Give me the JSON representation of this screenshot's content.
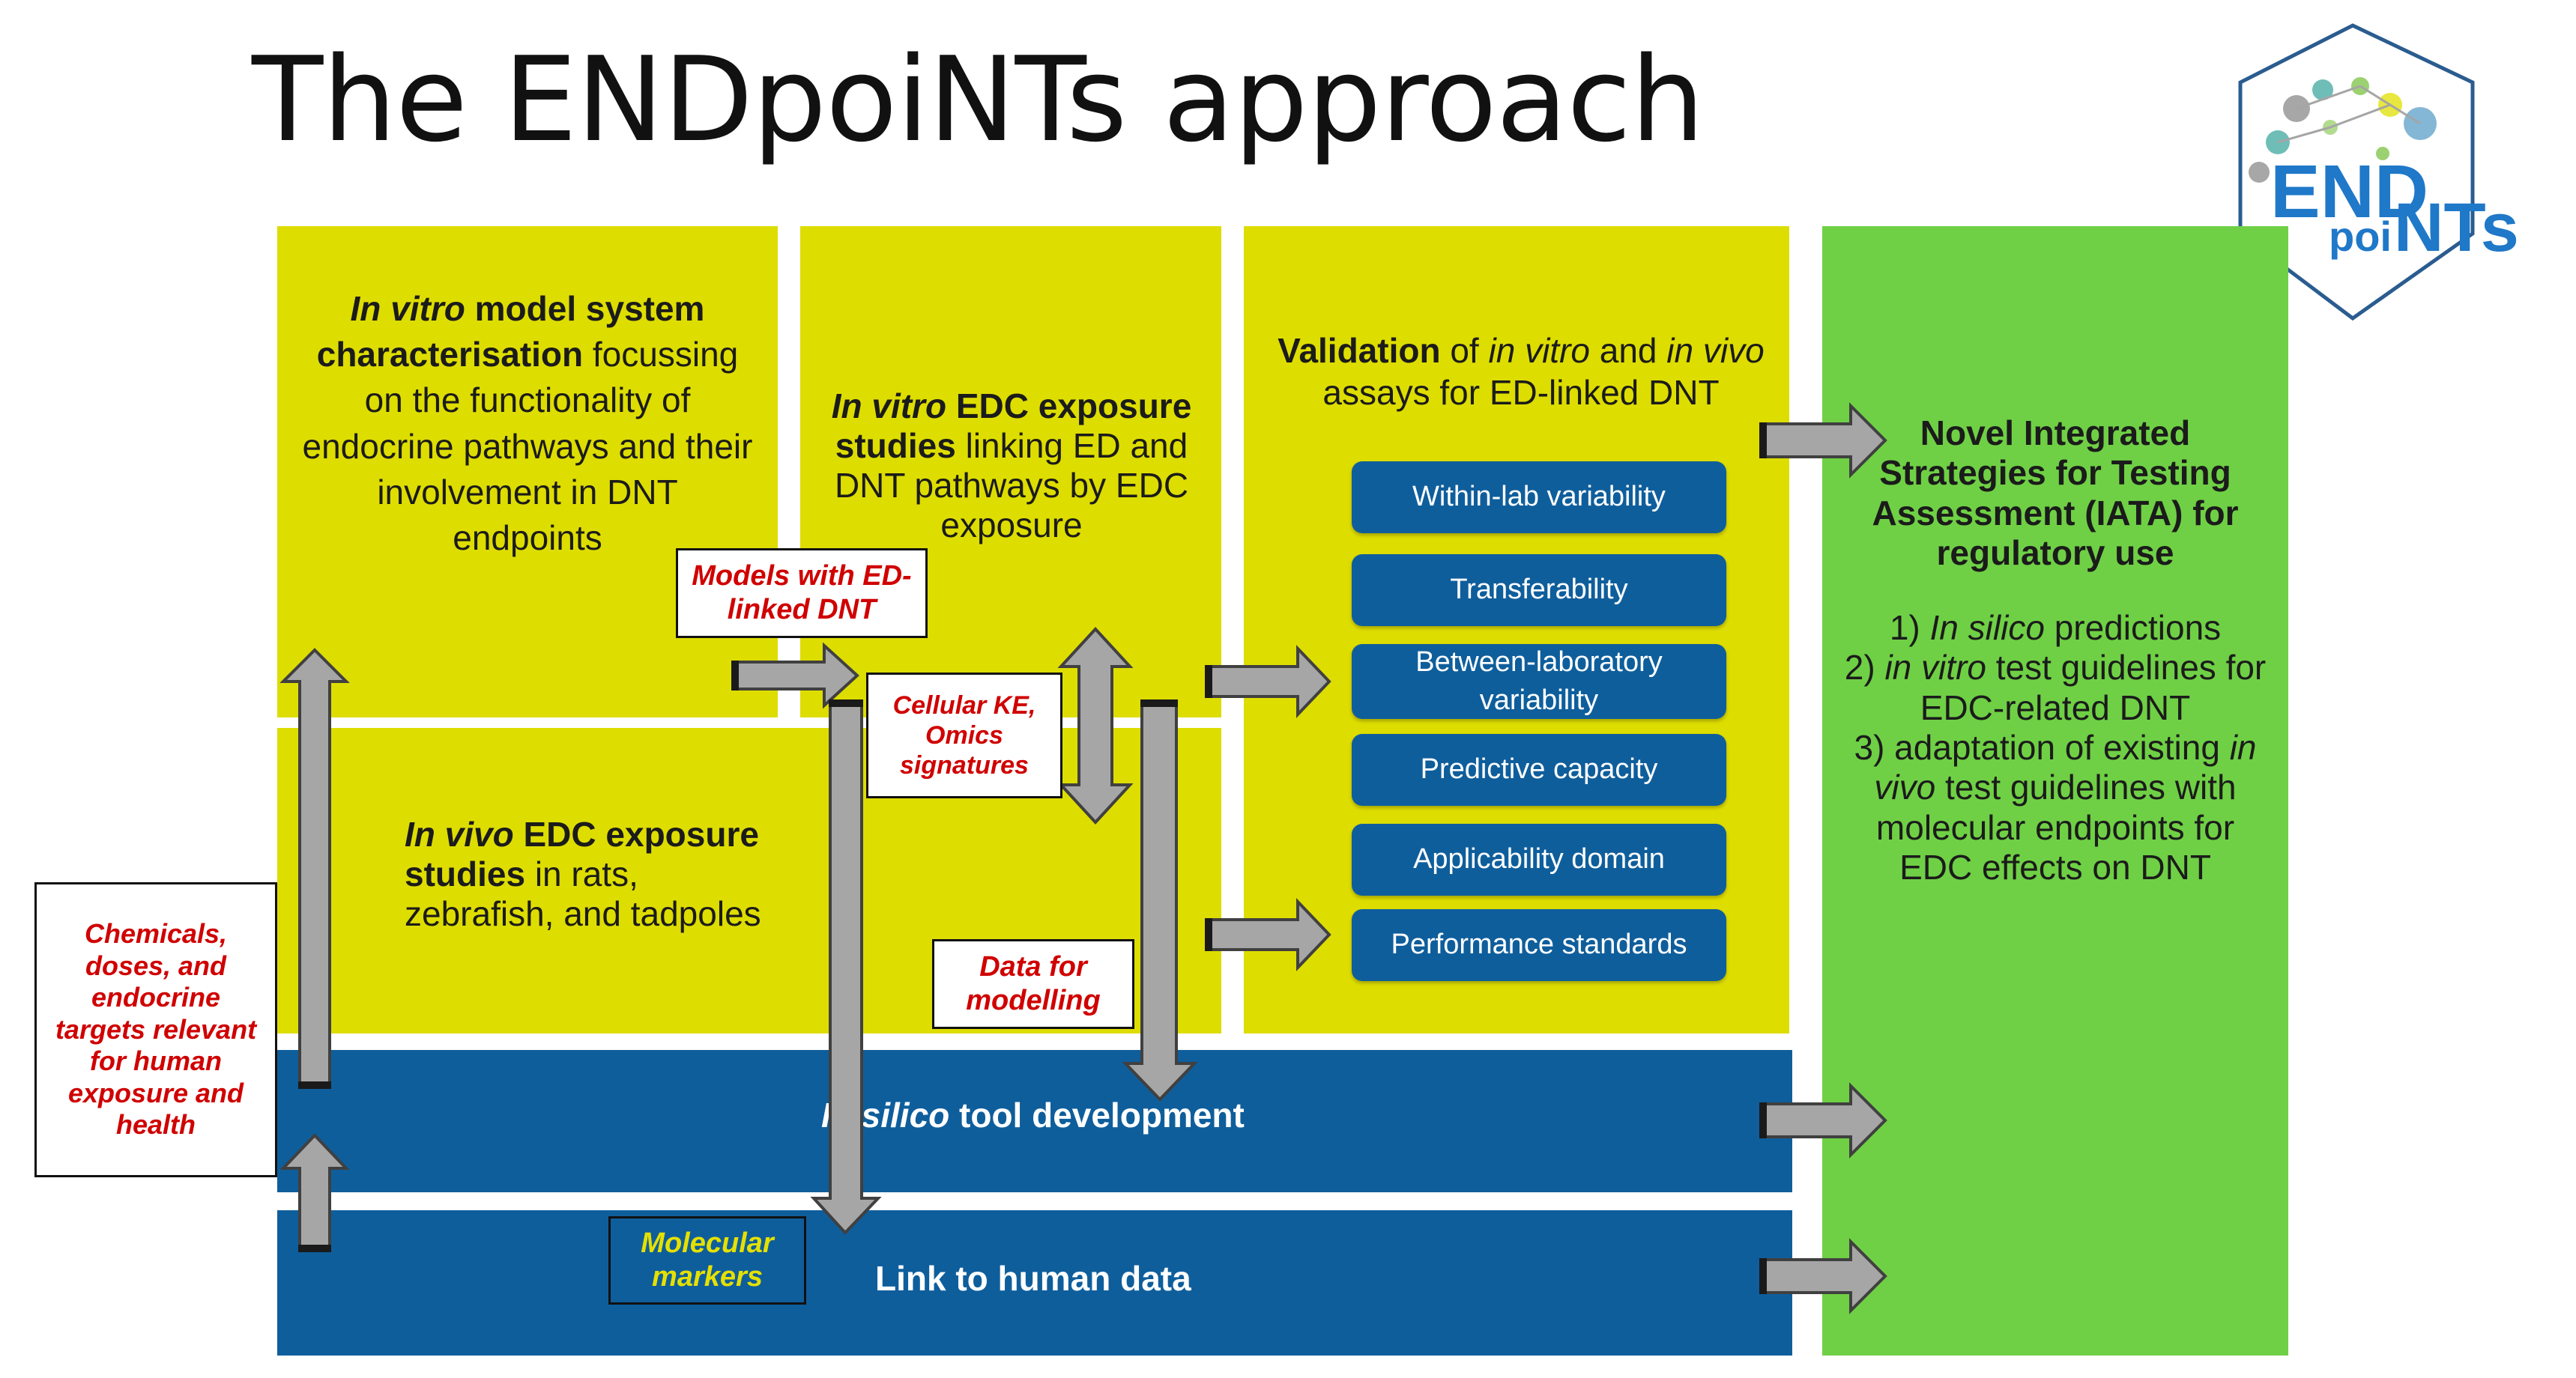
{
  "title": "The ENDpoiNTs approach",
  "logo": {
    "text_top": "END",
    "text_bottom_left": "poi",
    "text_bottom_right": "NTs"
  },
  "boxes": {
    "in_vitro_model": {
      "p1_bi": "In vitro",
      "p2_b": " model system characterisation",
      "p3": " focussing on the functionality of endocrine pathways and their involvement in DNT endpoints"
    },
    "in_vitro_exposure": {
      "p1_bi": "In vitro",
      "p2_b": " EDC exposure studies",
      "p3": " linking ED and DNT pathways by EDC exposure"
    },
    "in_vivo_exposure": {
      "p1_bi": "In vivo",
      "p2_b": " EDC exposure studies",
      "p3": " in rats, zebrafish, and tadpoles"
    },
    "validation": {
      "p1_b": "Validation",
      "p2": " of ",
      "p3_i": "in vitro",
      "p4": " and ",
      "p5_i": "in vivo",
      "p6": " assays for ED-linked DNT"
    },
    "iata": {
      "heading": "Novel Integrated Strategies for Testing Assessment (IATA) for regulatory use",
      "item1_num": "1) ",
      "item1_i": "In silico",
      "item1_rest": " predictions",
      "item2_num": "2) ",
      "item2_i": "in vitro",
      "item2_rest": " test guidelines for EDC-related DNT",
      "item3_pre": "3) adaptation of existing ",
      "item3_i": "in vivo",
      "item3_rest": " test guidelines with molecular endpoints for EDC effects on DNT"
    }
  },
  "validation_pills": [
    "Within-lab variability",
    "Transferability",
    "Between-laboratory variability",
    "Predictive capacity",
    "Applicability domain",
    "Performance standards"
  ],
  "bands": {
    "in_silico_i": "In silico",
    "in_silico_rest": " tool development",
    "human_data": "Link to human data"
  },
  "labels": {
    "chemicals": "Chemicals, doses, and endocrine targets relevant for human exposure and health",
    "models": "Models with ED-linked DNT",
    "cellular": "Cellular KE, Omics signatures",
    "data_modelling": "Data for modelling",
    "molecular_markers": "Molecular markers"
  },
  "colors": {
    "yellow": "#dedd00",
    "green": "#6fd045",
    "blue": "#0f5e9c",
    "arrow_gray": "#a6a6a6",
    "label_red": "#d00000",
    "label_yellow": "#e6e000"
  }
}
